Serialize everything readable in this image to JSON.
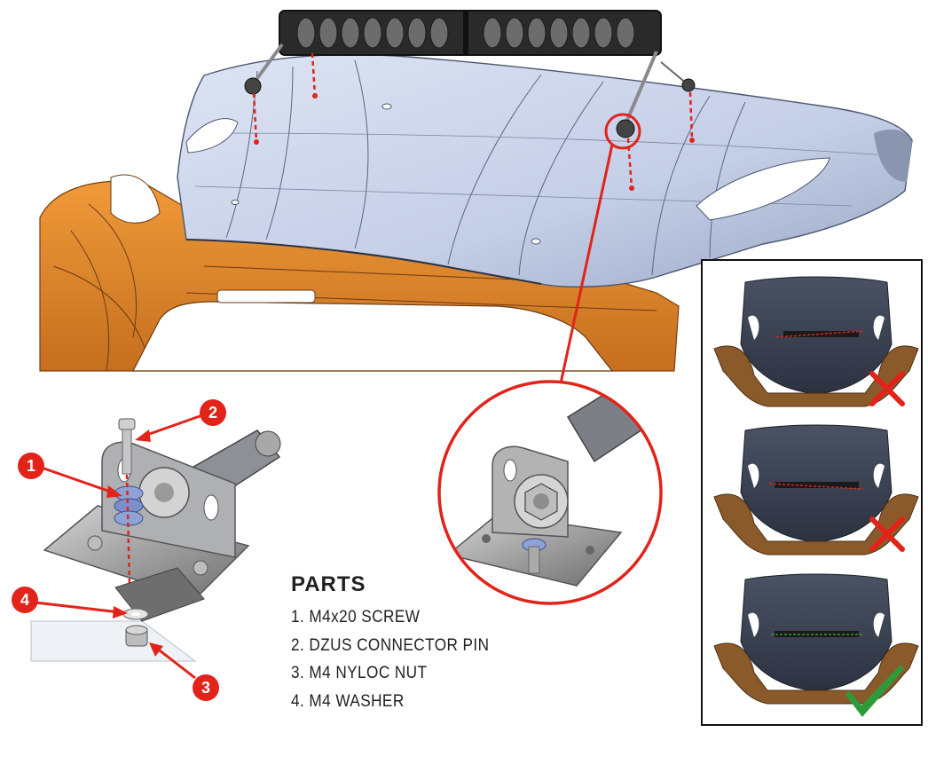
{
  "diagram": {
    "callouts": [
      {
        "number": "1"
      },
      {
        "number": "2"
      },
      {
        "number": "3"
      },
      {
        "number": "4"
      }
    ],
    "verification_panels": [
      {
        "status": "incorrect",
        "mark": "cross-icon"
      },
      {
        "status": "incorrect",
        "mark": "cross-icon"
      },
      {
        "status": "correct",
        "mark": "check-icon"
      }
    ],
    "colors": {
      "callout_red": "#e2231a",
      "hood_blue": "#c9d3ea",
      "bumper_orange": "#d9822b",
      "check_green": "#2e9b3a",
      "panel_hood_dark": "#3a4150",
      "panel_bumper_brown": "#8a5a2b"
    }
  },
  "parts": {
    "title": "PARTS",
    "items": [
      "1. M4x20 SCREW",
      "2. DZUS CONNECTOR PIN",
      "3. M4 NYLOC NUT",
      "4. M4 WASHER"
    ]
  }
}
